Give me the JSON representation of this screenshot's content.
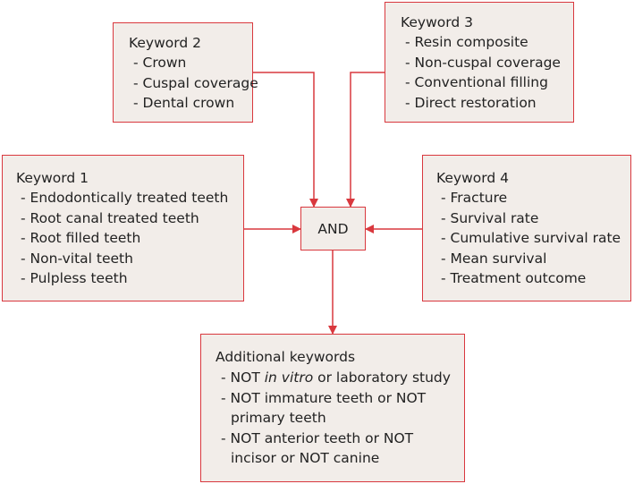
{
  "colors": {
    "border": "#d9383e",
    "box_fill": "#f2ede9",
    "text": "#222222"
  },
  "keyword2": {
    "title": "Keyword 2",
    "items": [
      "- Crown",
      "- Cuspal coverage",
      "- Dental crown"
    ]
  },
  "keyword3": {
    "title": "Keyword 3",
    "items": [
      "- Resin composite",
      "- Non-cuspal coverage",
      "- Conventional filling",
      "- Direct restoration"
    ]
  },
  "keyword1": {
    "title": "Keyword 1",
    "items": [
      "- Endodontically treated teeth",
      "- Root canal treated teeth",
      "- Root filled teeth",
      "- Non-vital teeth",
      "- Pulpless teeth"
    ]
  },
  "keyword4": {
    "title": "Keyword 4",
    "items": [
      "- Fracture",
      "- Survival rate",
      "- Cumulative survival rate",
      "- Mean survival",
      "- Treatment outcome"
    ]
  },
  "and_node": {
    "label": "AND"
  },
  "additional": {
    "title": "Additional keywords",
    "item1_prefix": "- NOT ",
    "item1_italic": "in vitro",
    "item1_suffix": " or laboratory study",
    "item2_line1": "- NOT immature teeth or NOT",
    "item2_line2": "primary teeth",
    "item3_line1": "- NOT anterior teeth or NOT",
    "item3_line2": "incisor or NOT canine"
  }
}
